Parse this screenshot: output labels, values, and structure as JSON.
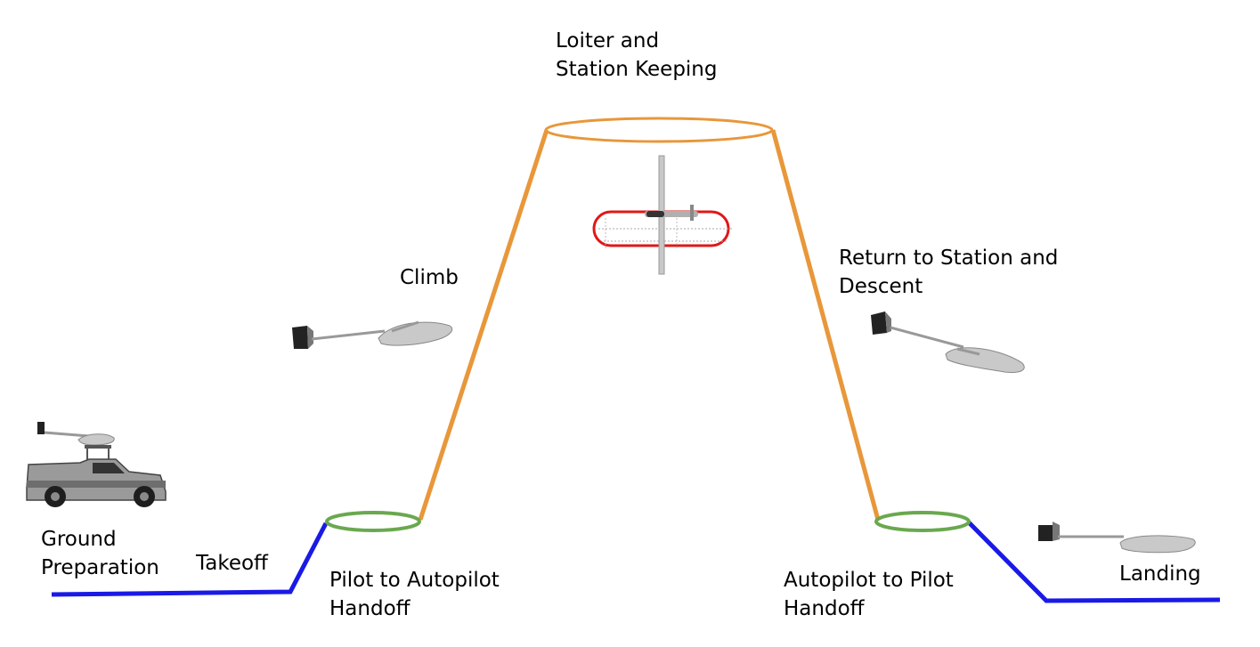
{
  "colors": {
    "ground_path": "#1a1ae6",
    "climb_descent_path": "#e8973a",
    "handoff_ring": "#6aa84f",
    "loiter_track": "#e01818",
    "background": "#ffffff"
  },
  "labels": {
    "loiter": [
      "Loiter and",
      "Station Keeping"
    ],
    "climb": "Climb",
    "return_descent": [
      "Return to Station and",
      "Descent"
    ],
    "ground_prep": [
      "Ground",
      "Preparation"
    ],
    "takeoff": "Takeoff",
    "pilot_to_autopilot": [
      "Pilot to Autopilot",
      "Handoff"
    ],
    "autopilot_to_pilot": [
      "Autopilot to Pilot",
      "Handoff"
    ],
    "landing": "Landing"
  },
  "icons": [
    "pickup-truck-with-launcher-icon",
    "uav-climbing-icon",
    "uav-top-view-icon",
    "uav-descending-icon",
    "uav-landing-icon"
  ]
}
